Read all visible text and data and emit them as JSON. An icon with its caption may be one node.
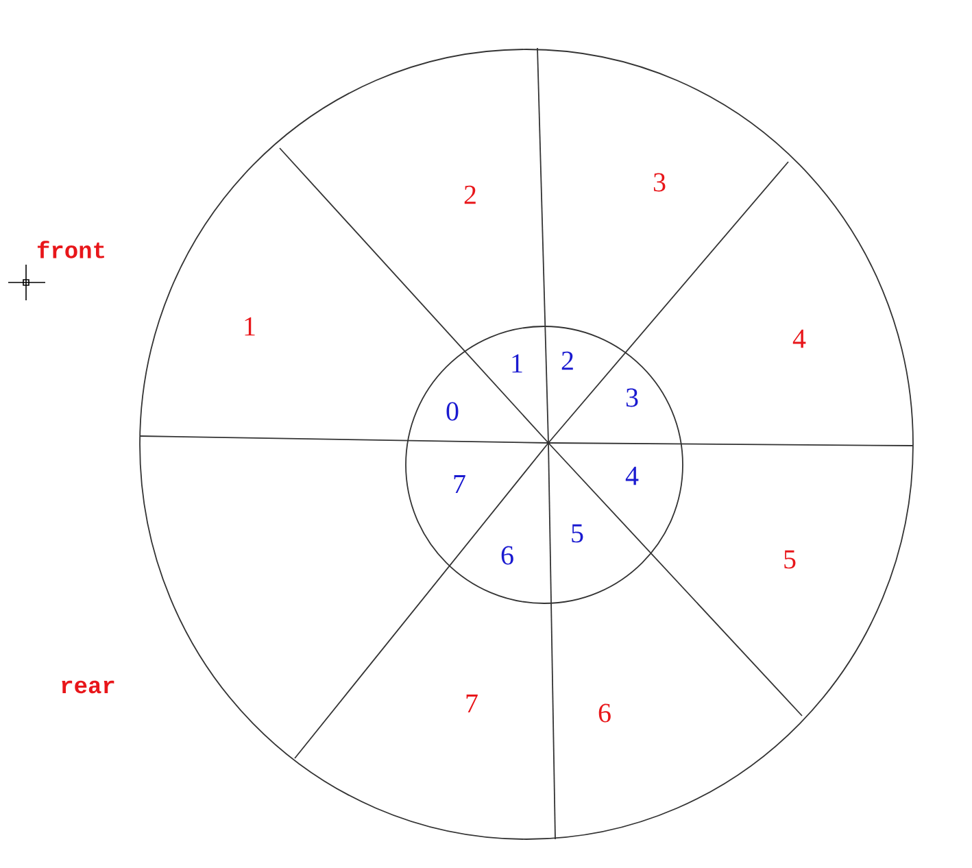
{
  "diagram": {
    "labels": [
      "front",
      "rear",
      "1",
      "2",
      "3",
      "4",
      "5",
      "6",
      "7",
      "0",
      "1",
      "2",
      "3",
      "4",
      "5",
      "6",
      "7"
    ]
  }
}
